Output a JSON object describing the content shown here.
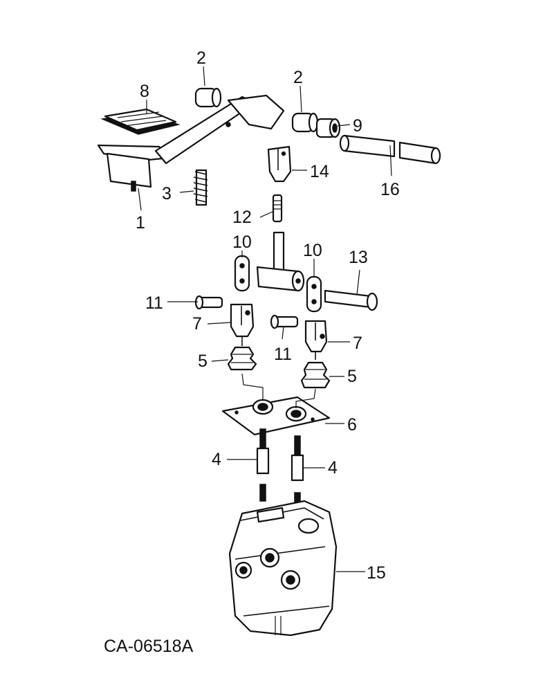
{
  "drawing_code": "CA-06518A",
  "callouts": {
    "c1": "1",
    "c2a": "2",
    "c2b": "2",
    "c3": "3",
    "c4a": "4",
    "c4b": "4",
    "c5a": "5",
    "c5b": "5",
    "c6": "6",
    "c7a": "7",
    "c7b": "7",
    "c8": "8",
    "c9": "9",
    "c10a": "10",
    "c10b": "10",
    "c11a": "11",
    "c11b": "11",
    "c12": "12",
    "c13": "13",
    "c14": "14",
    "c15": "15",
    "c16": "16"
  }
}
